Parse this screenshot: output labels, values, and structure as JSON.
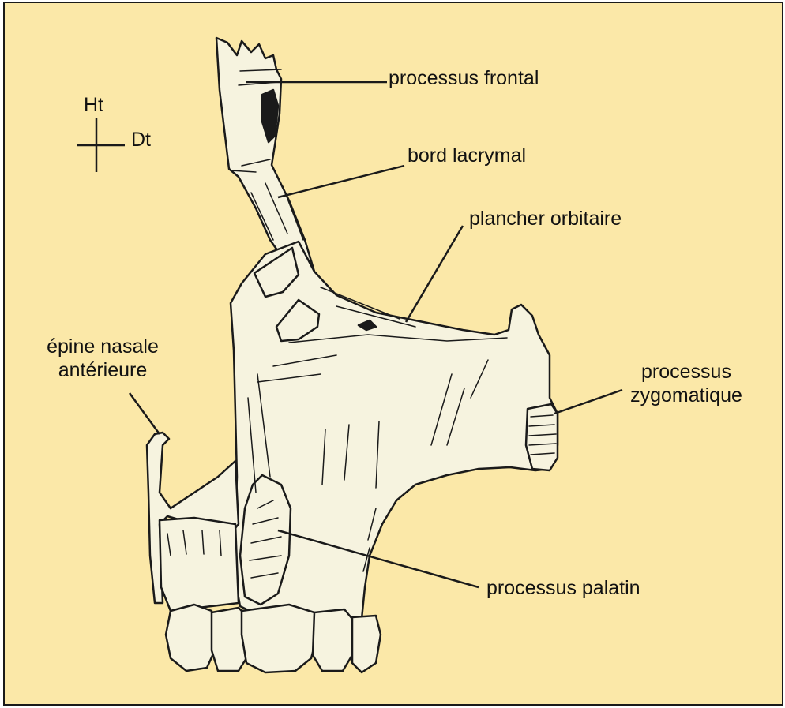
{
  "colors": {
    "background": "#fbe8a8",
    "bone": "#f6f3df",
    "stroke": "#1a1a1a",
    "frame": "#1a1a1a"
  },
  "orientation": {
    "up": "Ht",
    "right": "Dt"
  },
  "labels": {
    "processus_frontal": "processus frontal",
    "bord_lacrymal": "bord lacrymal",
    "plancher_orbitaire": "plancher orbitaire",
    "epine_nasale_line1": "épine nasale",
    "epine_nasale_line2": "antérieure",
    "processus_zygomatique_line1": "processus",
    "processus_zygomatique_line2": "zygomatique",
    "processus_palatin": "processus palatin"
  },
  "icons": [
    "orientation-cross-icon"
  ]
}
